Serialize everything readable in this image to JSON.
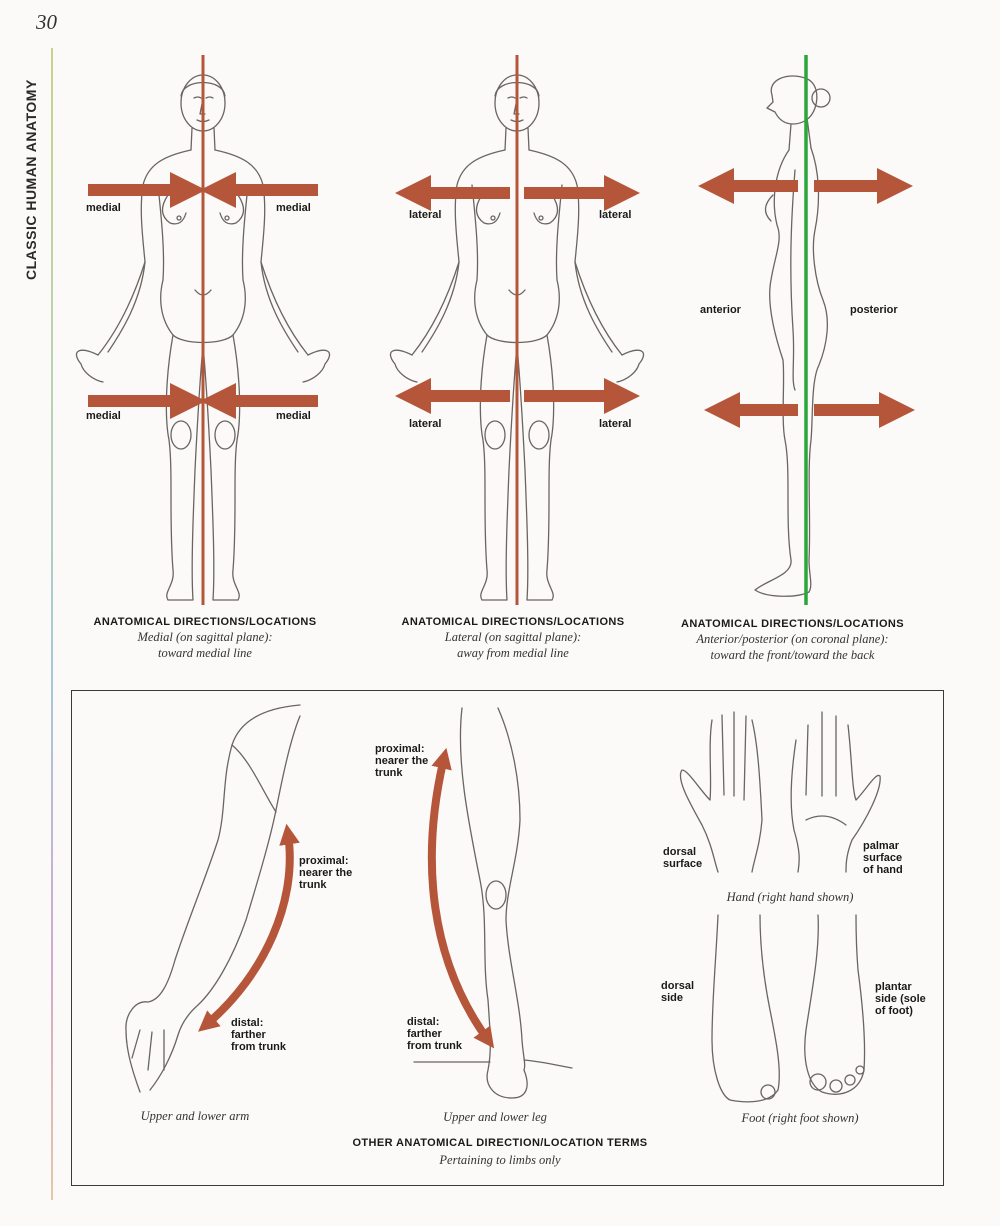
{
  "page": {
    "number": "30",
    "running_head": "CLASSIC HUMAN ANATOMY"
  },
  "colors": {
    "arrow": "#b5563a",
    "sagittal_line": "#b5563a",
    "coronal_line": "#2aa63b",
    "ink": "#5a5650"
  },
  "panels": {
    "medial": {
      "labels": {
        "upper_left": "medial",
        "upper_right": "medial",
        "lower_left": "medial",
        "lower_right": "medial"
      },
      "caption_title": "ANATOMICAL DIRECTIONS/LOCATIONS",
      "caption_line1": "Medial (on sagittal plane):",
      "caption_line2": "toward medial line"
    },
    "lateral": {
      "labels": {
        "upper_left": "lateral",
        "upper_right": "lateral",
        "lower_left": "lateral",
        "lower_right": "lateral"
      },
      "caption_title": "ANATOMICAL DIRECTIONS/LOCATIONS",
      "caption_line1": "Lateral (on sagittal plane):",
      "caption_line2": "away from medial line"
    },
    "anterior_posterior": {
      "labels": {
        "front": "anterior",
        "back": "posterior"
      },
      "caption_title": "ANATOMICAL DIRECTIONS/LOCATIONS",
      "caption_line1": "Anterior/posterior (on coronal plane):",
      "caption_line2": "toward the front/toward the back"
    }
  },
  "limbs": {
    "arm": {
      "proximal": [
        "proximal:",
        "nearer the",
        "trunk"
      ],
      "distal": [
        "distal:",
        "farther",
        "from trunk"
      ],
      "caption": "Upper and lower arm"
    },
    "leg": {
      "proximal": [
        "proximal:",
        "nearer the",
        "trunk"
      ],
      "distal": [
        "distal:",
        "farther",
        "from trunk"
      ],
      "caption": "Upper and lower leg"
    },
    "hand": {
      "dorsal": [
        "dorsal",
        "surface"
      ],
      "palmar": [
        "palmar",
        "surface",
        "of hand"
      ],
      "caption": "Hand (right hand shown)"
    },
    "foot": {
      "dorsal": [
        "dorsal",
        "side"
      ],
      "plantar": [
        "plantar",
        "side (sole",
        "of foot)"
      ],
      "caption": "Foot (right foot shown)"
    },
    "box_title": "OTHER ANATOMICAL DIRECTION/LOCATION TERMS",
    "box_subtitle": "Pertaining to limbs only"
  }
}
